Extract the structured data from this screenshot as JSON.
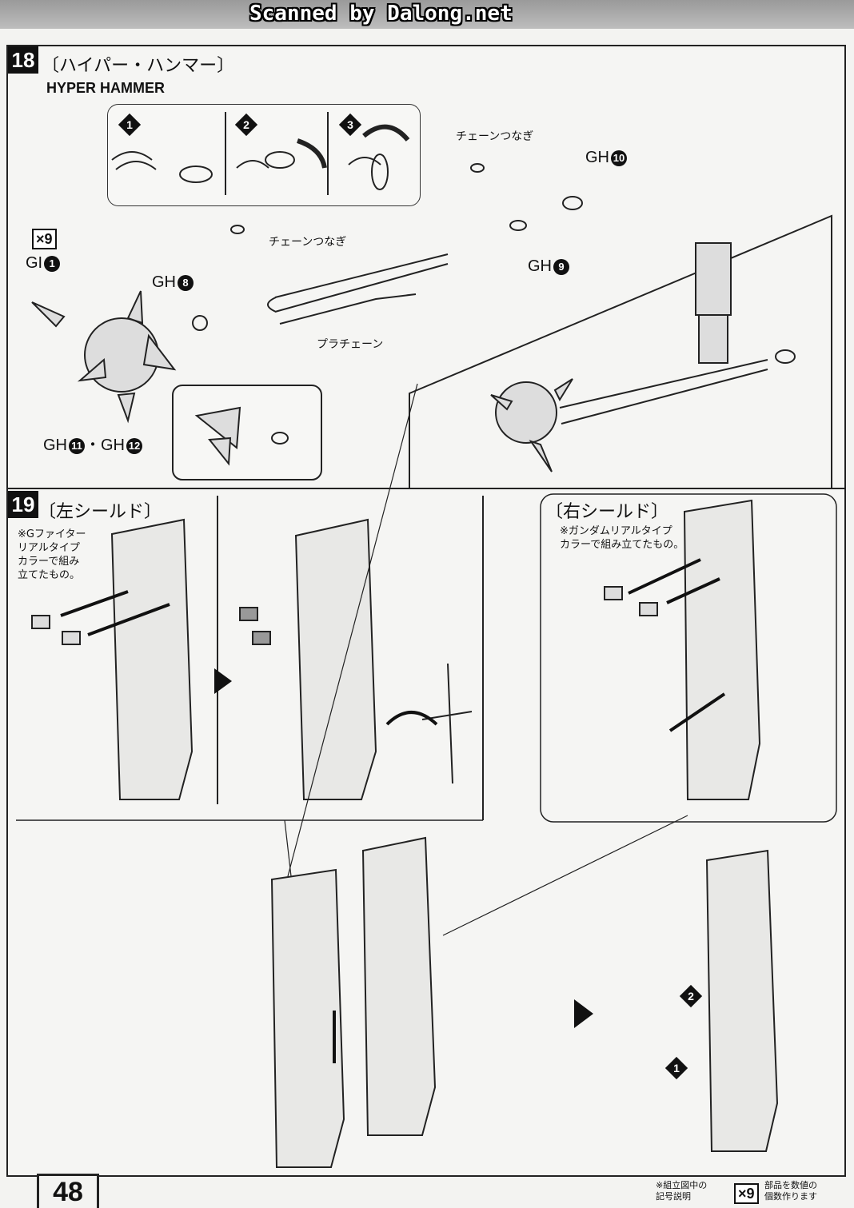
{
  "watermark": "Scanned by Dalong.net",
  "step18": {
    "number": "18",
    "title_jp": "〔ハイパー・ハンマー〕",
    "title_en": "HYPER HAMMER",
    "sub_steps": [
      "1",
      "2",
      "3"
    ],
    "labels": {
      "chain_joint_1": "チェーンつなぎ",
      "chain_joint_2": "チェーンつなぎ",
      "plastic_chain": "プラチェーン",
      "gh10": "GH",
      "gh10_num": "10",
      "gh9": "GH",
      "gh9_num": "9",
      "gh8": "GH",
      "gh8_num": "8",
      "gi1": "GI",
      "gi1_num": "1",
      "x9": "×9",
      "gh11": "GH",
      "gh11_num": "11",
      "gh12": "GH",
      "gh12_num": "12",
      "dot": "・"
    }
  },
  "step19": {
    "number": "19",
    "left_title": "〔左シールド〕",
    "left_note": "※Gファイター\nリアルタイプ\nカラーで組み\n立てたもの。",
    "right_title": "〔右シールド〕",
    "right_note": "※ガンダムリアルタイプ\nカラーで組み立てたもの。",
    "order_markers": [
      "2",
      "1"
    ]
  },
  "footer": {
    "page_number": "48",
    "legend_title": "※組立図中の\n記号説明",
    "legend_x9": "×9",
    "legend_desc": "部品を数値の\n個数作ります"
  }
}
